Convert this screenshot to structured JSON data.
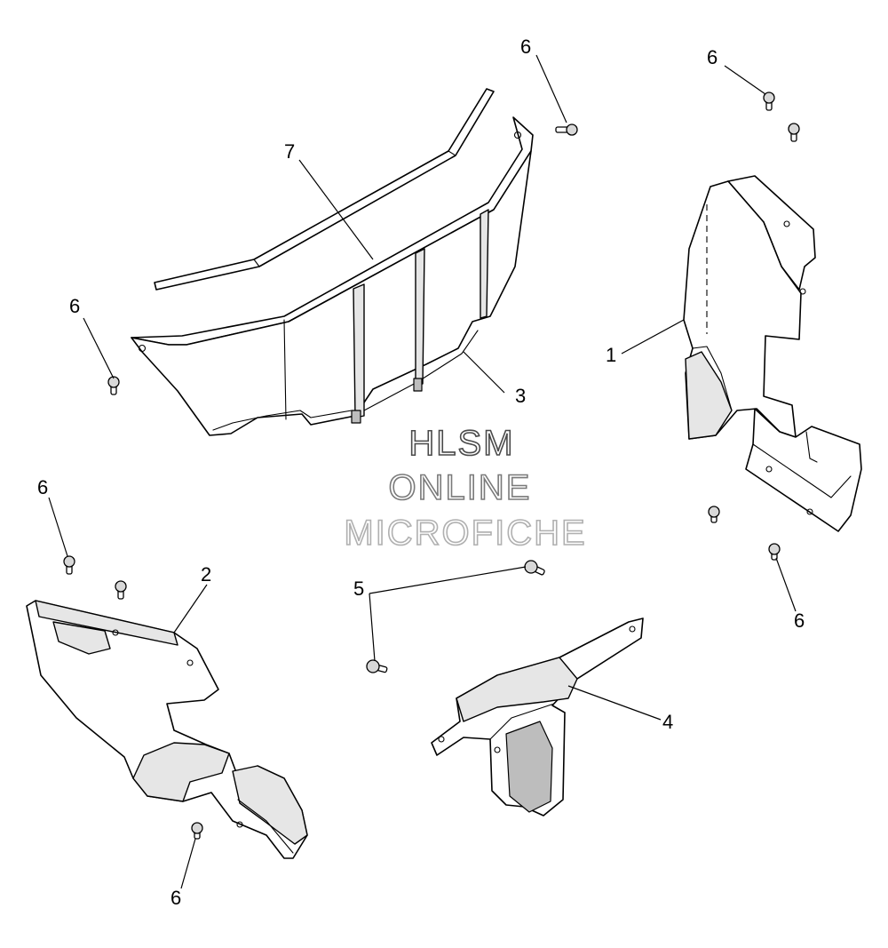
{
  "diagram": {
    "callouts": {
      "part1": "1",
      "part2": "2",
      "part3": "3",
      "part4": "4",
      "part5": "5",
      "part6": "6",
      "part7": "7"
    },
    "watermark": {
      "line1": "HLSM",
      "line2": "ONLINE",
      "line3": "MICROFICHE",
      "line1_color": "#4a4a4a",
      "line2_color": "#7a7a7a",
      "line3_color": "#b0b0b0"
    }
  }
}
